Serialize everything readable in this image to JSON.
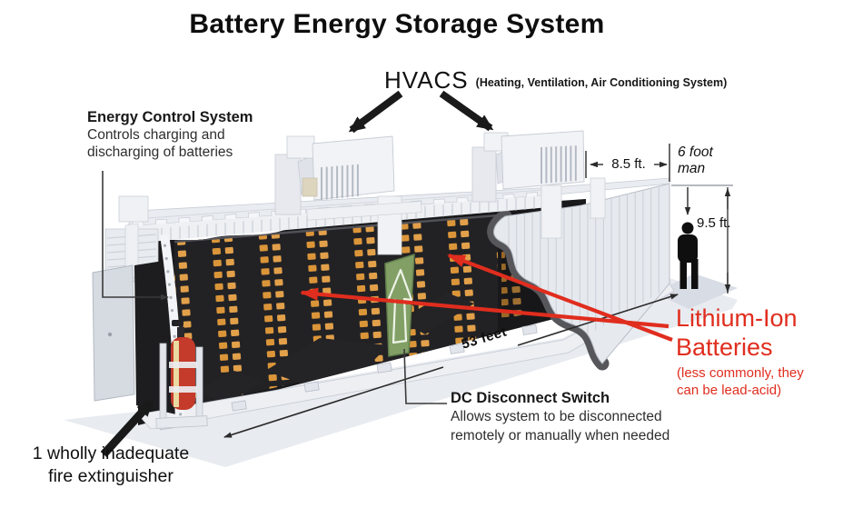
{
  "title": "Battery Energy Storage System",
  "annotations": {
    "hvacs": {
      "label": "HVACS",
      "subtitle": "(Heating, Ventilation, Air Conditioning System)"
    },
    "energy_control": {
      "title": "Energy Control System",
      "desc_line1": "Controls charging and",
      "desc_line2": "discharging of batteries"
    },
    "lithium": {
      "title_line1": "Lithium-Ion",
      "title_line2": "Batteries",
      "note_line1": "(less commonly, they",
      "note_line2": "can be lead-acid)"
    },
    "dc_switch": {
      "title": "DC Disconnect Switch",
      "desc_line1": "Allows system to be disconnected",
      "desc_line2": "remotely or manually when needed"
    },
    "fire": {
      "line1": "1 wholly inadequate",
      "line2": "fire extinguisher"
    }
  },
  "dimensions": {
    "width": "8.5 ft.",
    "height": "9.5 ft.",
    "length": "53 feet",
    "man_line1": "6 foot",
    "man_line2": "man"
  },
  "colors": {
    "annotation_red": "#e02d1e",
    "battery_cell_orange": "#db9539",
    "extinguisher_red": "#c43a2b",
    "exit_sign_green": "#82a066",
    "ink": "#1a1a1a"
  }
}
